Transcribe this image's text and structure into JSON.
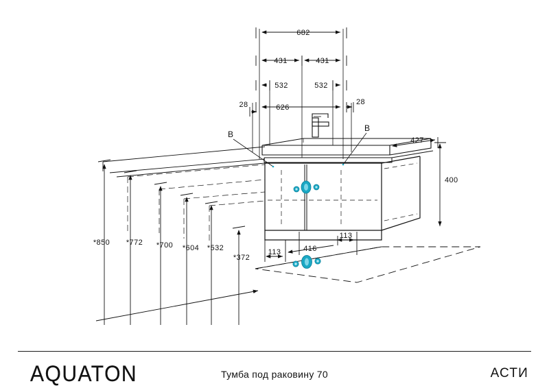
{
  "sheet": {
    "title": "Tumba pod rakovinu 70 - technical drawing",
    "background": "#ffffff",
    "line_color": "#111111",
    "accent_color": "#1BA8C4"
  },
  "dimensions": {
    "top_overall": "682",
    "top_half_left": "431",
    "top_half_right": "431",
    "mid_left": "532",
    "mid_right": "532",
    "inner_width": "626",
    "edge_left": "28",
    "edge_right": "28",
    "depth": "427",
    "height": "400",
    "bottom_width": "416",
    "bottom_inset_left": "113",
    "bottom_inset_right": "113",
    "front_inset": "113"
  },
  "height_marks": [
    {
      "label": "*850"
    },
    {
      "label": "*772"
    },
    {
      "label": "*700"
    },
    {
      "label": "*604"
    },
    {
      "label": "*532"
    },
    {
      "label": "*372"
    }
  ],
  "section_marks": [
    {
      "label": "В"
    },
    {
      "label": "В"
    }
  ],
  "footer": {
    "brand": "AQUATON",
    "product": "Тумба под раковину 70",
    "series": "АСТИ"
  },
  "icons": {
    "handle": "cabinet-handle-icon",
    "faucet": "faucet-icon"
  }
}
